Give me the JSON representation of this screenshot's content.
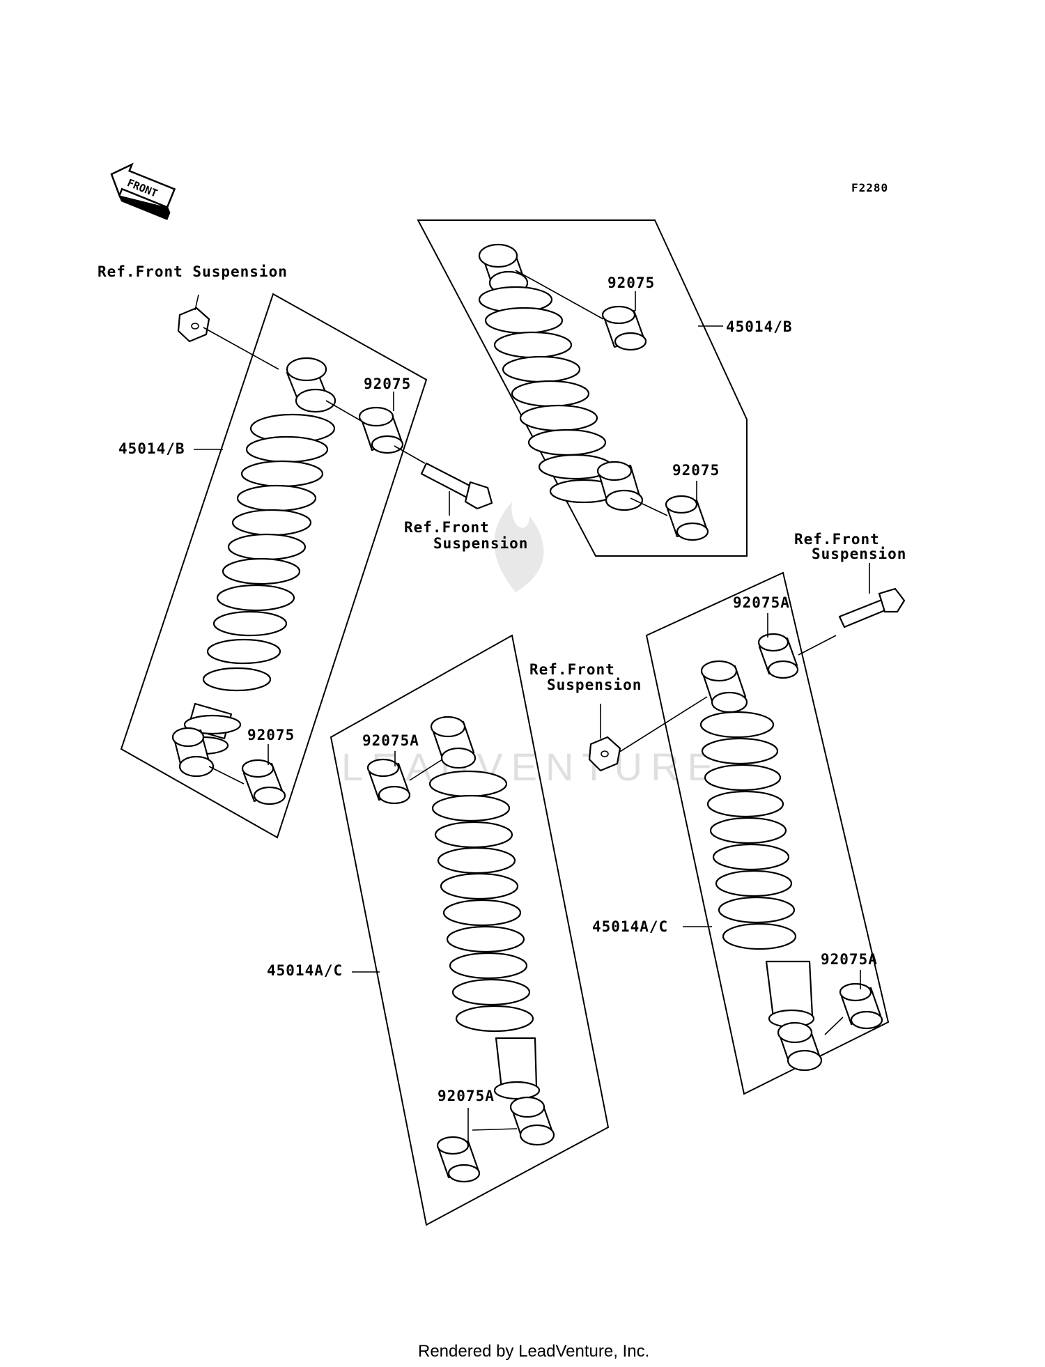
{
  "diagram_code": "F2280",
  "front_arrow_label": "FRONT",
  "watermark": "LEADVENTURE",
  "footer": "Rendered by LeadVenture, Inc.",
  "labels": {
    "ref_front_suspension_top_left": "Ref.Front Suspension",
    "ref_front_mid_line1": "Ref.Front",
    "ref_front_mid_line2": "Suspension",
    "ref_front_right_line1": "Ref.Front",
    "ref_front_right_line2": "Suspension",
    "ref_front_center_line1": "Ref.Front",
    "ref_front_center_line2": "Suspension",
    "shock_b_left": "45014/B",
    "shock_b_top": "45014/B",
    "shock_ac_center": "45014A/C",
    "shock_ac_right": "45014A/C",
    "bushing_left_top": "92075",
    "bushing_left_bottom": "92075",
    "bushing_top_upper": "92075",
    "bushing_top_lower": "92075",
    "bushing_center_top": "92075A",
    "bushing_center_bottom": "92075A",
    "bushing_right_top": "92075A",
    "bushing_right_bottom": "92075A"
  },
  "colors": {
    "ink": "#000000",
    "background": "#ffffff",
    "watermark": "#d8d8d8"
  }
}
